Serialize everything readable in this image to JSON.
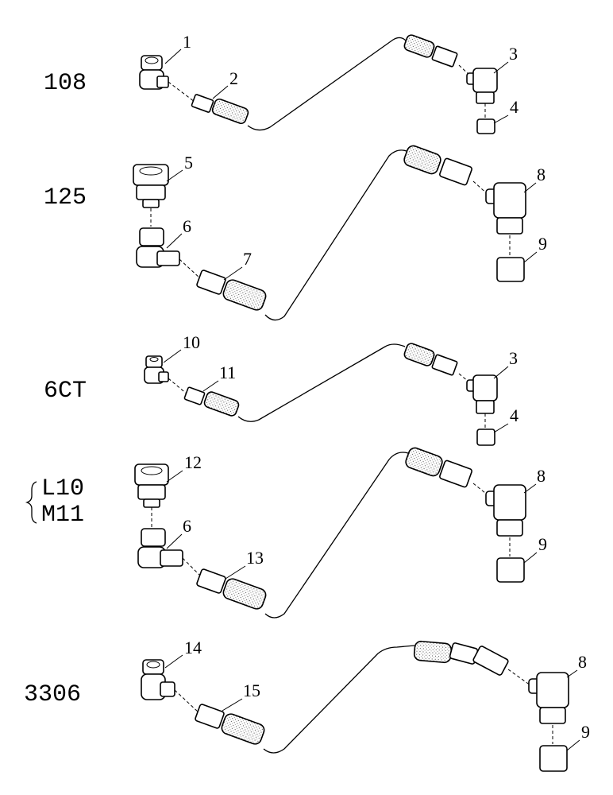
{
  "diagram": {
    "engines": [
      {
        "label": "108",
        "part_numbers": [
          "1",
          "2",
          "3",
          "4"
        ]
      },
      {
        "label": "125",
        "part_numbers": [
          "5",
          "6",
          "7",
          "8",
          "9"
        ]
      },
      {
        "label": "6CT",
        "part_numbers": [
          "10",
          "11",
          "3",
          "4"
        ]
      },
      {
        "label_lines": [
          "L10",
          "M11"
        ],
        "part_numbers": [
          "12",
          "6",
          "13",
          "8",
          "9"
        ]
      },
      {
        "label": "3306",
        "part_numbers": [
          "14",
          "15",
          "8",
          "9"
        ]
      }
    ]
  }
}
